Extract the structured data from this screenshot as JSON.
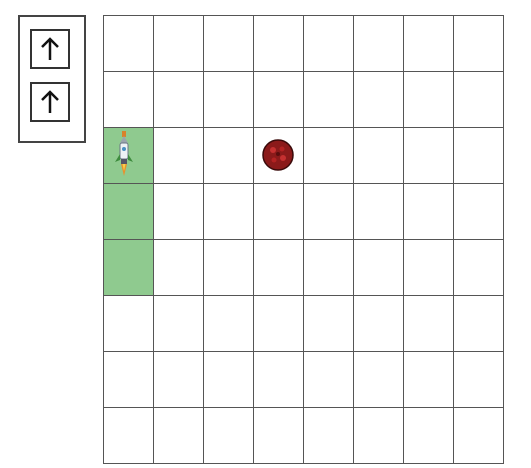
{
  "grid": {
    "rows": 8,
    "cols": 8,
    "visited": [
      [
        2,
        0
      ],
      [
        3,
        0
      ],
      [
        4,
        0
      ]
    ],
    "robot": {
      "row": 2,
      "col": 0,
      "facing": "up",
      "icon": "rocket-icon"
    },
    "target": {
      "row": 2,
      "col": 3,
      "icon": "target-icon"
    }
  },
  "commands": [
    {
      "icon": "arrow-up-icon",
      "direction": "up"
    },
    {
      "icon": "arrow-up-icon",
      "direction": "up"
    }
  ],
  "colors": {
    "visited": "#8fca8f",
    "grid_line": "#555555",
    "target": "#8b1a1a"
  }
}
